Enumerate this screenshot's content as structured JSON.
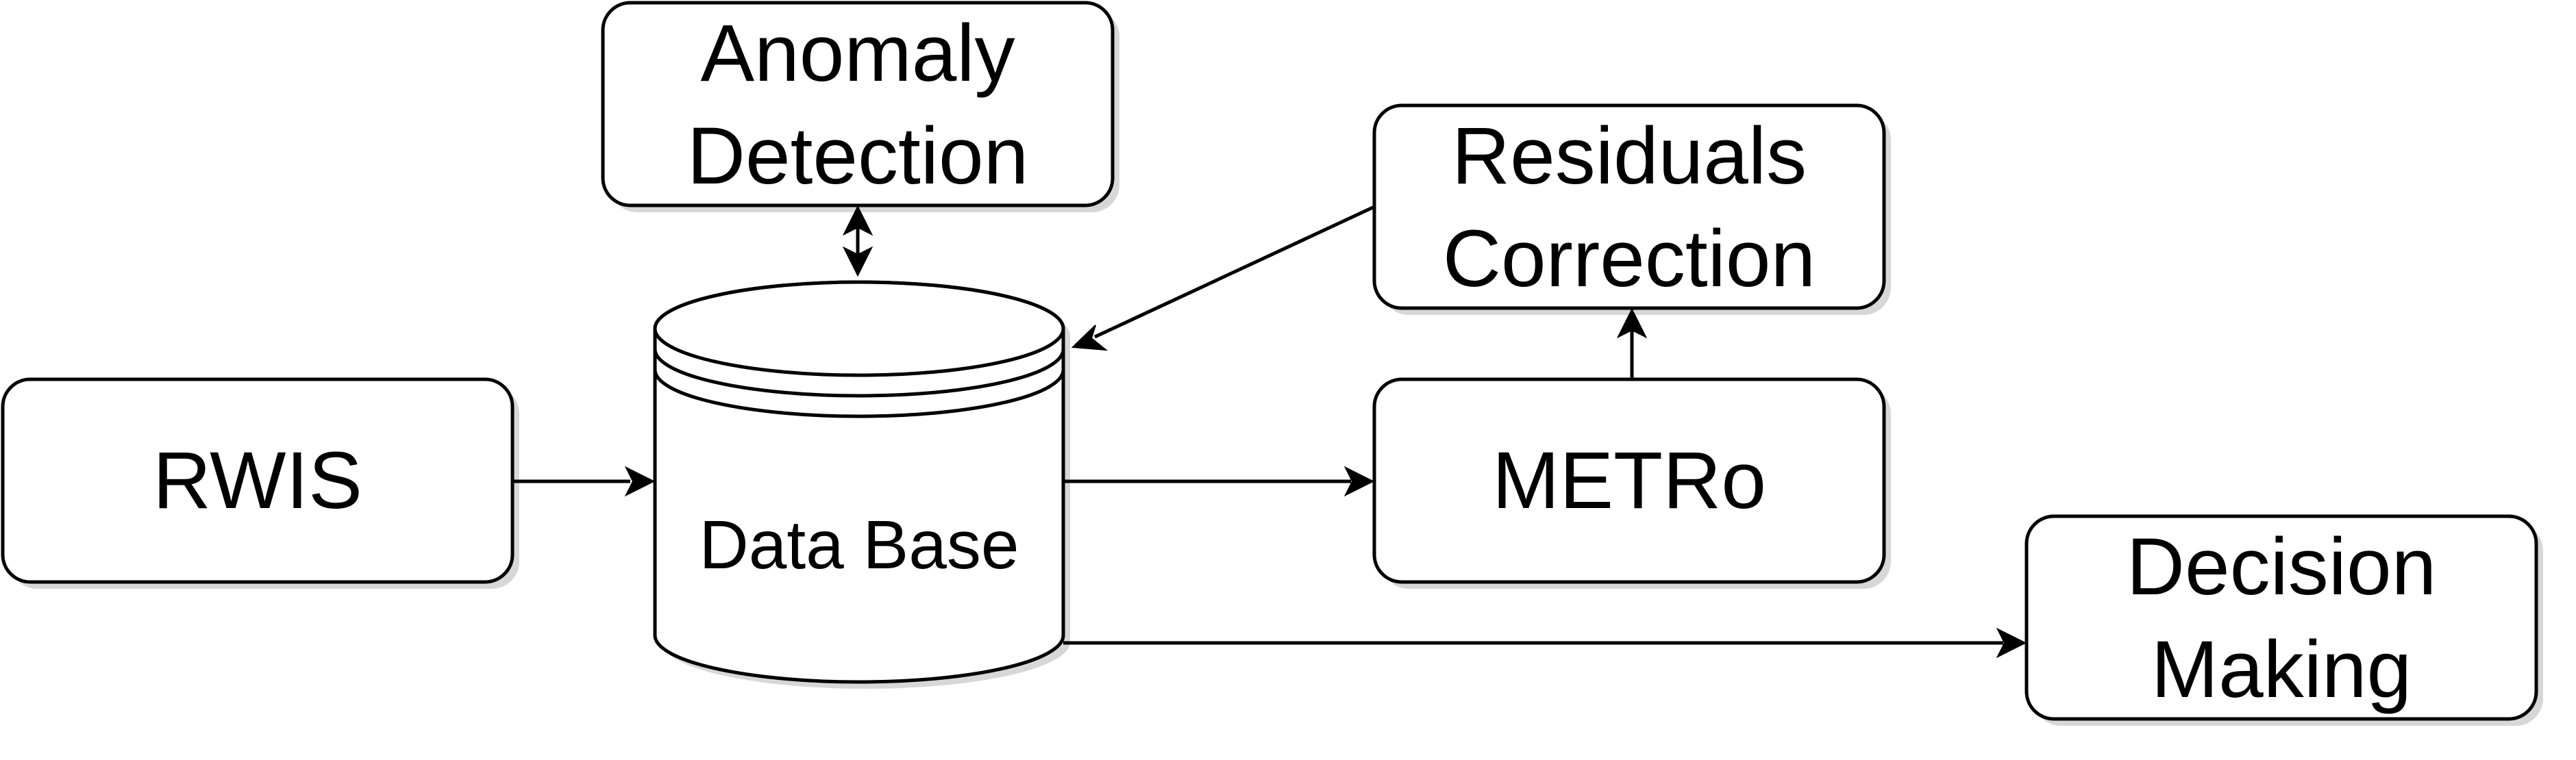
{
  "nodes": {
    "anomaly": {
      "line1": "Anomaly",
      "line2": "Detection"
    },
    "residuals": {
      "line1": "Residuals",
      "line2": "Correction"
    },
    "rwis": {
      "label": "RWIS"
    },
    "database": {
      "label": "Data Base"
    },
    "metro": {
      "label": "METRo"
    },
    "decision": {
      "line1": "Decision",
      "line2": "Making"
    }
  }
}
